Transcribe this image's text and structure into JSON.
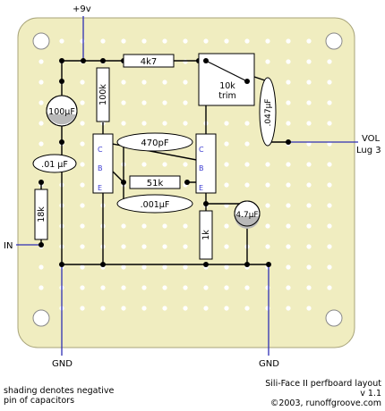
{
  "labels": {
    "supply": "+9v",
    "vol_line1": "VOL",
    "vol_line2": "Lug 3",
    "input": "IN",
    "gnd_left": "GND",
    "gnd_right": "GND"
  },
  "components": {
    "r_4k7": "4k7",
    "trim_line1": "10k",
    "trim_line2": "trim",
    "r_100k": "100k",
    "c_047": ".047µF",
    "c_100uf": "100µF",
    "c_470pf": "470pF",
    "c_01": ".01 µF",
    "r_51k": "51k",
    "c_001": ".001µF",
    "r_18k": "18k",
    "r_1k": "1k",
    "c_47uf": "4.7µF"
  },
  "transistor_left": {
    "c": "C",
    "b": "B",
    "e": "E"
  },
  "transistor_right": {
    "c": "C",
    "b": "B",
    "e": "E"
  },
  "notes": {
    "shading_line1": "shading denotes negative",
    "shading_line2": "pin of capacitors",
    "title_line1": "Sili-Face II perfboard layout",
    "title_line2": "v 1.1",
    "title_line3": "©2003, runoffgroove.com"
  },
  "colors": {
    "board": "#f0edc0",
    "wire": "#000000",
    "lead": "#2f2fb4",
    "pinlabel": "#3a3ad0",
    "hole": "#ffffff"
  }
}
